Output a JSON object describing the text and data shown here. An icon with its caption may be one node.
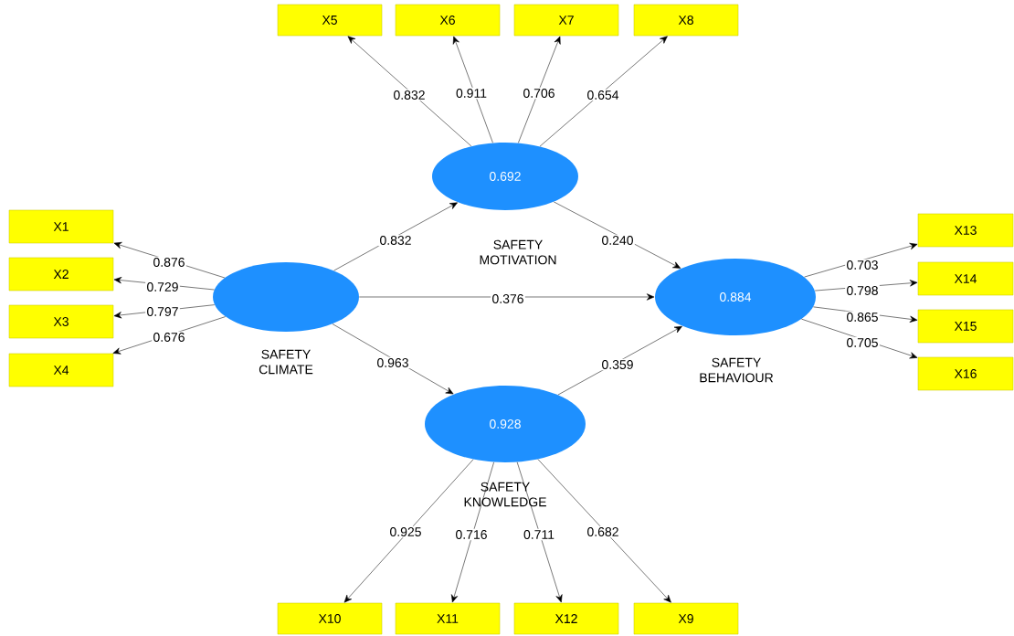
{
  "diagram": {
    "nodes": [
      {
        "text": [
          "X5"
        ]
      },
      {
        "text": [
          "X6"
        ]
      },
      {
        "text": [
          "X7"
        ]
      },
      {
        "text": [
          "X8"
        ]
      },
      {
        "text": [
          "0.692"
        ],
        "beside": [
          "SAFETY MOTIVATION"
        ]
      },
      {
        "text": [
          "X1"
        ]
      },
      {
        "text": [
          "X2"
        ]
      },
      {
        "text": [
          "X3"
        ]
      },
      {
        "text": [
          "X4"
        ]
      },
      {
        "text": [],
        "shape": "ellipse",
        "beside": [
          "SAFETY CLIMATE"
        ]
      },
      {
        "text": [
          "0.884"
        ],
        "beside": [
          "SAFETY BEHAVIOUR"
        ]
      },
      {
        "text": [
          "X13"
        ]
      },
      {
        "text": [
          "X14"
        ]
      },
      {
        "text": [
          "X15"
        ]
      },
      {
        "text": [
          "X16"
        ]
      },
      {
        "text": [
          "0.928"
        ],
        "beside": [
          "SAFETY KNOWLEDGE"
        ]
      },
      {
        "text": [
          "X10"
        ]
      },
      {
        "text": [
          "X11"
        ]
      },
      {
        "text": [
          "X12"
        ]
      },
      {
        "text": [
          "X9"
        ]
      }
    ],
    "edges": [
      {
        "from": 4,
        "to": 0,
        "arrow": "to",
        "label": "0.832"
      },
      {
        "from": 4,
        "to": 1,
        "arrow": "to",
        "label": "0.911"
      },
      {
        "from": 4,
        "to": 2,
        "arrow": "to",
        "label": "0.706"
      },
      {
        "from": 4,
        "to": 3,
        "arrow": "to",
        "label": "0.654"
      },
      {
        "from": 9,
        "to": 5,
        "arrow": "to",
        "label": "0.876"
      },
      {
        "from": 9,
        "to": 6,
        "arrow": "to",
        "label": "0.729"
      },
      {
        "from": 9,
        "to": 7,
        "arrow": "to",
        "label": "0.797"
      },
      {
        "from": 9,
        "to": 8,
        "arrow": "to",
        "label": "0.676"
      },
      {
        "from": 10,
        "to": 11,
        "arrow": "to",
        "label": "0.703"
      },
      {
        "from": 10,
        "to": 12,
        "arrow": "to",
        "label": "0.798"
      },
      {
        "from": 10,
        "to": 13,
        "arrow": "to",
        "label": "0.865"
      },
      {
        "from": 10,
        "to": 14,
        "arrow": "to",
        "label": "0.705"
      },
      {
        "from": 15,
        "to": 16,
        "arrow": "to",
        "label": "0.925"
      },
      {
        "from": 15,
        "to": 17,
        "arrow": "to",
        "label": "0.716"
      },
      {
        "from": 15,
        "to": 18,
        "arrow": "to",
        "label": "0.711"
      },
      {
        "from": 15,
        "to": 19,
        "arrow": "to",
        "label": "0.682"
      },
      {
        "from": 9,
        "to": 4,
        "arrow": "to",
        "label": "0.832"
      },
      {
        "from": 9,
        "to": 10,
        "arrow": "to",
        "label": "0.376"
      },
      {
        "from": 9,
        "to": 15,
        "arrow": "to",
        "label": "0.963"
      },
      {
        "from": 4,
        "to": 10,
        "arrow": "to",
        "label": "0.240"
      },
      {
        "from": 15,
        "to": 10,
        "arrow": "to",
        "label": "0.359"
      }
    ]
  }
}
